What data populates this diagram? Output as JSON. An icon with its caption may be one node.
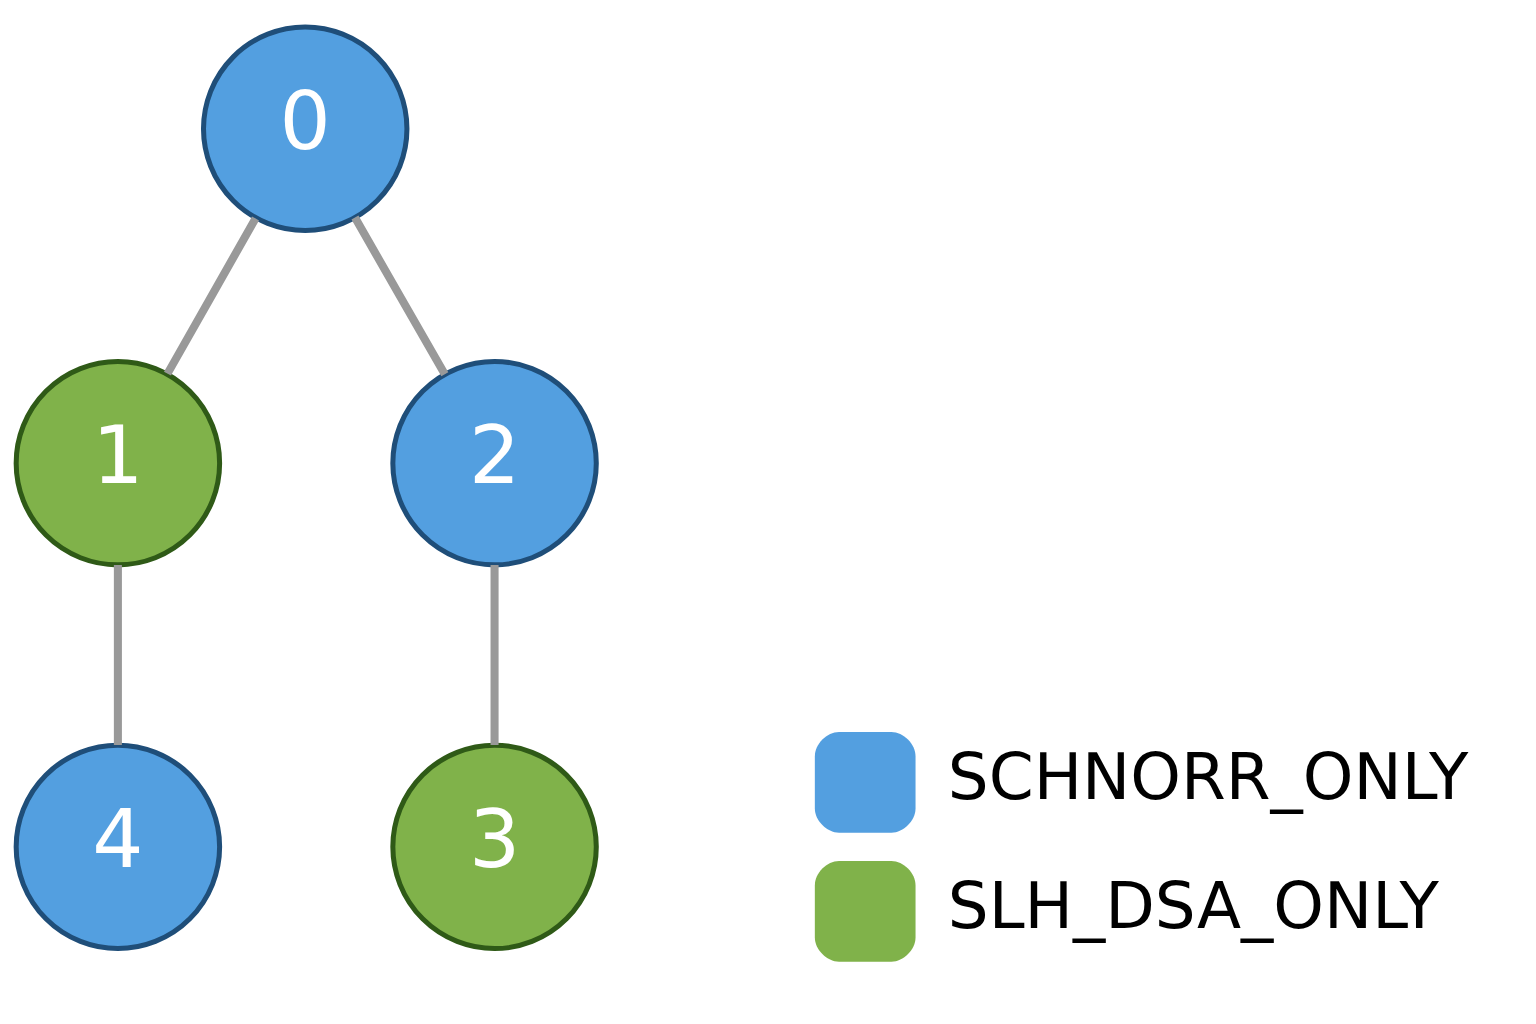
{
  "diagram": {
    "nodes": [
      {
        "text": [
          "0"
        ]
      },
      {
        "text": [
          "1"
        ]
      },
      {
        "text": [
          "2"
        ]
      },
      {
        "text": [
          "4"
        ]
      },
      {
        "text": [
          "3"
        ]
      }
    ],
    "edges": [
      {
        "from": 0,
        "to": 1,
        "arrow": "none"
      },
      {
        "from": 0,
        "to": 2,
        "arrow": "none"
      },
      {
        "from": 1,
        "to": 3,
        "arrow": "none"
      },
      {
        "from": 2,
        "to": 4,
        "arrow": "none"
      }
    ],
    "legend": [
      {
        "text": "SCHNORR_ONLY",
        "color": "#539fe0"
      },
      {
        "text": "SLH_DSA_ONLY",
        "color": "#80b24a"
      }
    ]
  }
}
